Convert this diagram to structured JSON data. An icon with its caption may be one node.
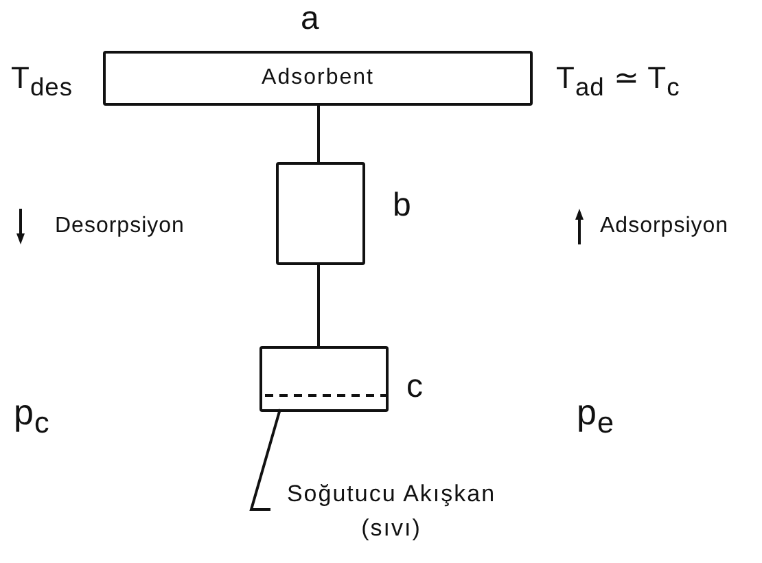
{
  "diagram": {
    "nodes": [
      {
        "text": [
          "Adsorbent"
        ],
        "beside": [
          "a"
        ]
      },
      {
        "text": [],
        "shape": "box",
        "beside": [
          "b"
        ]
      },
      {
        "text": [],
        "shape": "box",
        "beside": [
          "c"
        ]
      },
      {
        "text": [],
        "shape": "box",
        "in": 2
      },
      {
        "text": [
          "Soğutucu Akışkan (sıvı)"
        ]
      }
    ],
    "edges": [
      {
        "from": 0,
        "to": 1,
        "arrow": "none"
      },
      {
        "from": 1,
        "to": 2,
        "arrow": "none"
      },
      {
        "from": 4,
        "to": 3,
        "arrow": "none"
      }
    ],
    "labels": [
      "T$_{des}$",
      "T$_{ad}$ ≃ T$_{c}$",
      "Desorpsiyon",
      "Adsorpsiyon",
      "p$_{c}$",
      "p$_{e}$"
    ]
  }
}
